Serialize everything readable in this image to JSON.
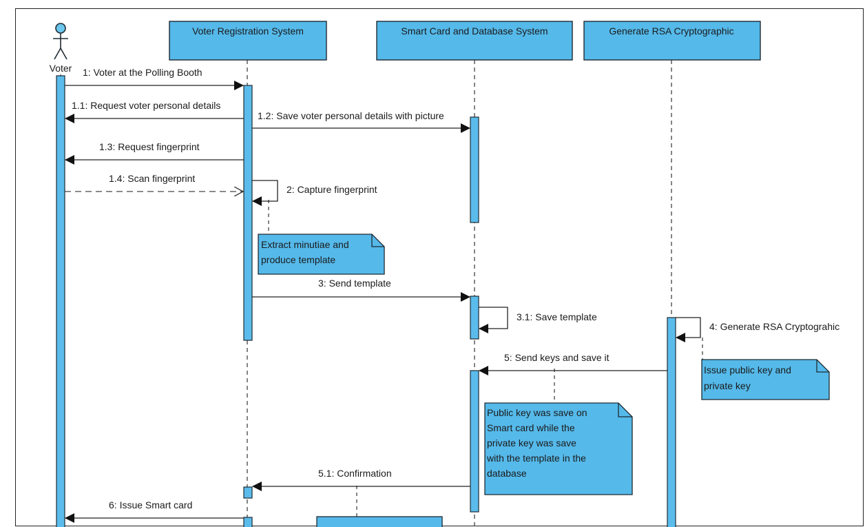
{
  "diagram": {
    "actor": {
      "name": "Voter"
    },
    "lifelines": [
      {
        "id": "vrs",
        "title": "Voter Registration System"
      },
      {
        "id": "scdb",
        "title": "Smart Card and Database System"
      },
      {
        "id": "rsa",
        "title": "Generate RSA Cryptographic"
      }
    ],
    "messages": [
      {
        "id": "m1",
        "label": "1: Voter at the Polling Booth",
        "type": "sync"
      },
      {
        "id": "m11",
        "label": "1.1: Request voter personal details",
        "type": "sync"
      },
      {
        "id": "m12",
        "label": "1.2: Save voter personal details with picture",
        "type": "sync"
      },
      {
        "id": "m13",
        "label": "1.3: Request fingerprint",
        "type": "sync"
      },
      {
        "id": "m14",
        "label": "1.4: Scan fingerprint",
        "type": "return"
      },
      {
        "id": "m2",
        "label": "2: Capture fingerprint",
        "type": "self"
      },
      {
        "id": "m3",
        "label": "3: Send template",
        "type": "sync"
      },
      {
        "id": "m31",
        "label": "3.1: Save template",
        "type": "self"
      },
      {
        "id": "m4",
        "label": "4: Generate RSA Cryptograhic",
        "type": "self"
      },
      {
        "id": "m5",
        "label": "5: Send  keys and save it",
        "type": "sync"
      },
      {
        "id": "m51",
        "label": "5.1: Confirmation",
        "type": "sync"
      },
      {
        "id": "m6",
        "label": "6: Issue Smart card",
        "type": "sync"
      }
    ],
    "notes": [
      {
        "id": "n1",
        "lines": [
          "Extract minutiae and",
          "produce template"
        ]
      },
      {
        "id": "n2",
        "lines": [
          "Issue public key and",
          "private key"
        ]
      },
      {
        "id": "n3",
        "lines": [
          "Public key was save on",
          "Smart card while the",
          "private key was save",
          "with the template in the",
          "database"
        ]
      }
    ],
    "colors": {
      "box_fill": "#55b9ea",
      "activation_fill": "#5bbcec",
      "stroke": "#1e2a33",
      "line": "#222222"
    }
  }
}
